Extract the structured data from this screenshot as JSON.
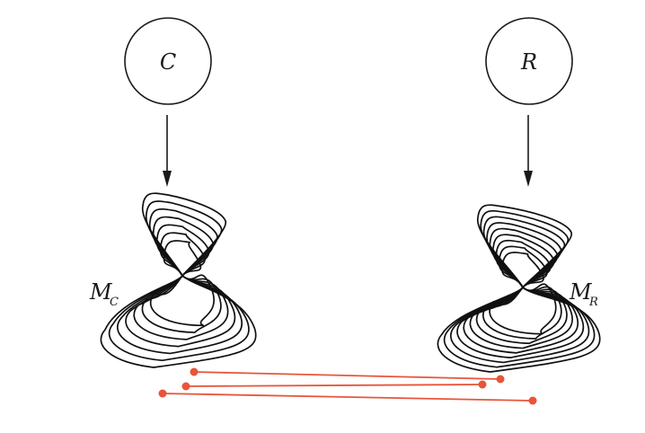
{
  "nodes": {
    "left": {
      "label": "C"
    },
    "right": {
      "label": "R"
    }
  },
  "manifolds": {
    "left": {
      "label": "M",
      "subscript": "C",
      "loops": 7
    },
    "right": {
      "label": "M",
      "subscript": "R",
      "loops": 9
    }
  },
  "links": {
    "count": 3,
    "color": "#e8553a"
  },
  "colors": {
    "stroke": "#111111",
    "accent": "#e8553a"
  }
}
